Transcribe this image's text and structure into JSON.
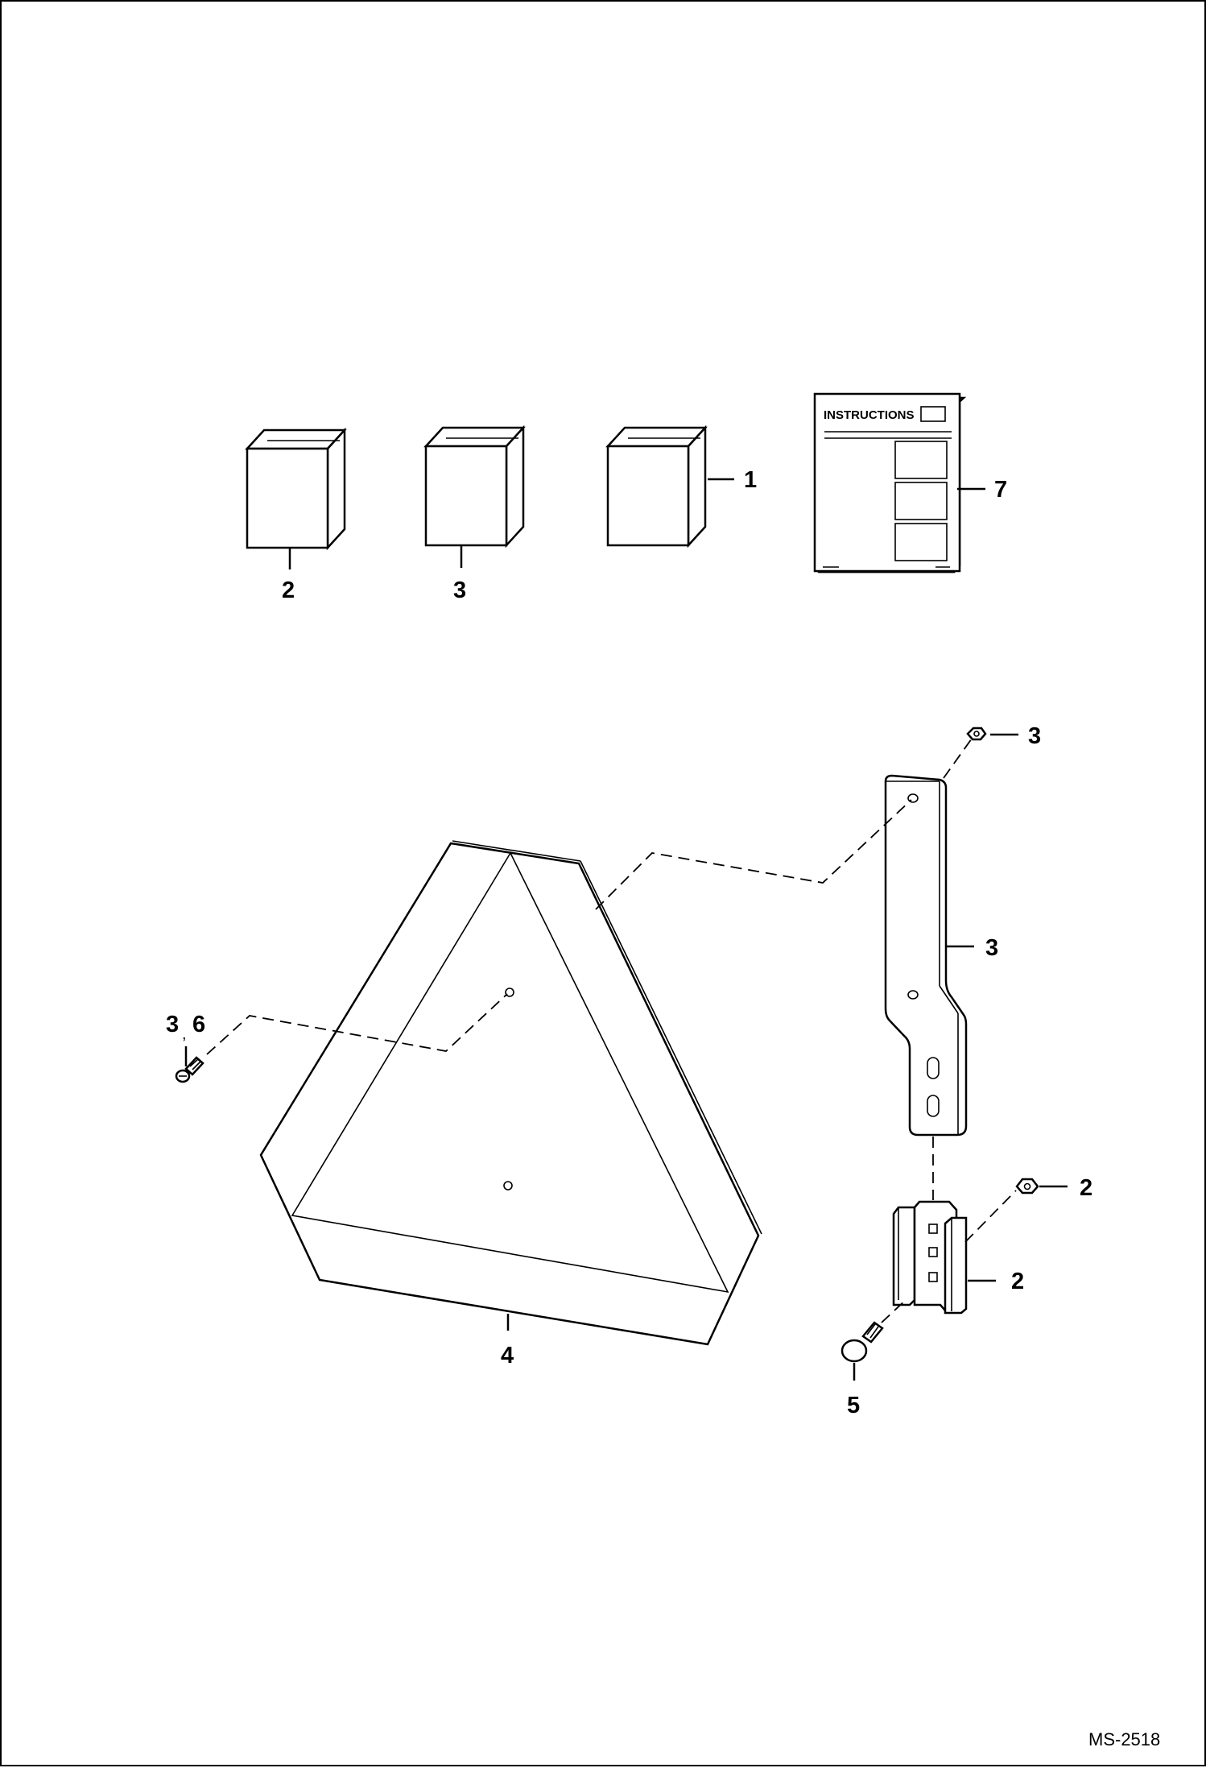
{
  "figure_id": "MS-2518",
  "instructions_sheet": {
    "title": "INSTRUCTIONS"
  },
  "callouts": {
    "box_left": "2",
    "box_middle": "3",
    "box_right": "1",
    "instructions": "7",
    "nut_top": "3",
    "bracket": "3",
    "screw_left_a": "3",
    "screw_left_sep": ",",
    "screw_left_b": "6",
    "nut_lower": "2",
    "socket": "2",
    "triangle": "4",
    "carriage_bolt": "5"
  }
}
